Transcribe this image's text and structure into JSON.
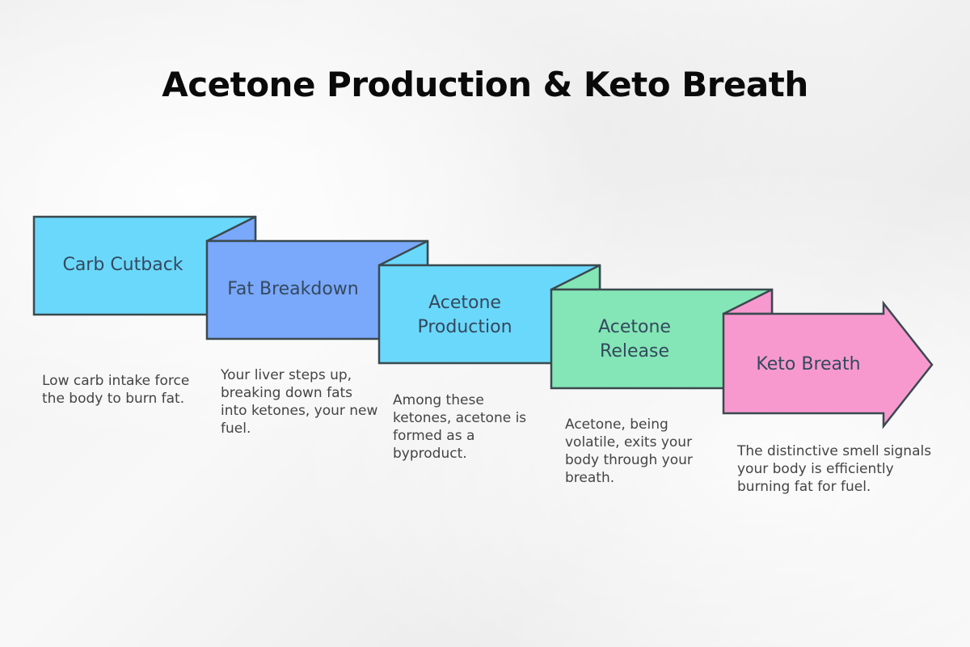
{
  "title": "Acetone Production & Keto Breath",
  "colors": {
    "stroke": "#3a4a4f",
    "carb_cutback": "#6ad8fb",
    "fat_breakdown": "#7aa8fb",
    "acetone_production": "#6ad8fb",
    "acetone_release": "#84e6b6",
    "keto_breath": "#f799cf"
  },
  "steps": [
    {
      "label": "Carb Cutback",
      "description": "Low carb intake force the body to burn fat."
    },
    {
      "label": "Fat Breakdown",
      "description": "Your liver steps up, breaking down fats into ketones, your new fuel."
    },
    {
      "label": "Acetone Production",
      "description": "Among these ketones, acetone is formed as a byproduct."
    },
    {
      "label": "Acetone Release",
      "description": "Acetone, being volatile, exits your body through your breath."
    },
    {
      "label": "Keto Breath",
      "description": "The distinctive smell signals your body is efficiently burning fat for fuel."
    }
  ]
}
